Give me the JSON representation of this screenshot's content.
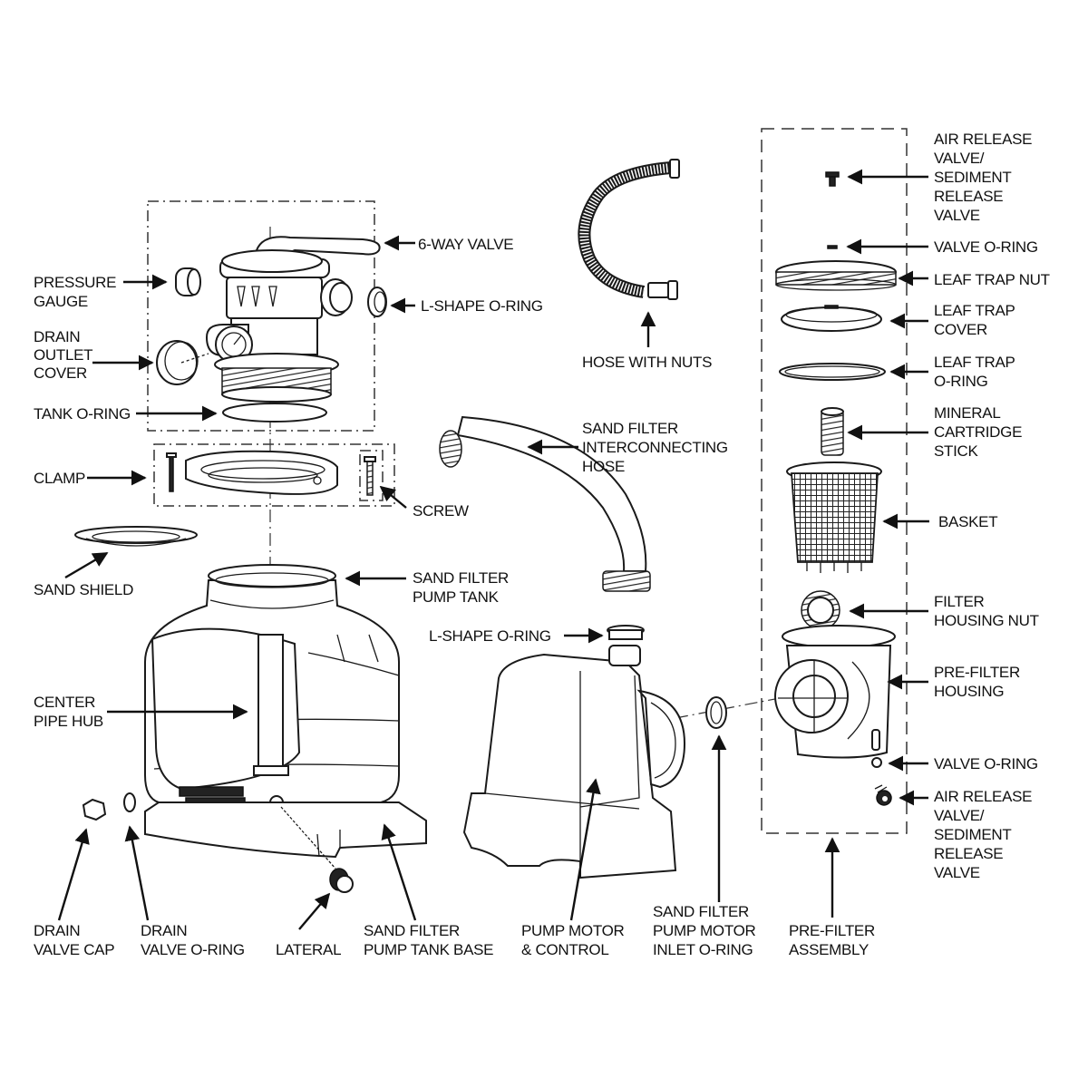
{
  "diagram": {
    "title_visible": false,
    "colors": {
      "ink": "#111111",
      "background": "#ffffff"
    },
    "groups": {
      "valve_assembly": "6-way valve assembly",
      "clamp_assembly": "clamp assembly",
      "pre_filter_assembly": "pre-filter assembly"
    },
    "labels": {
      "six_way_valve": [
        "6-WAY VALVE"
      ],
      "pressure_gauge": [
        "PRESSURE",
        "GAUGE"
      ],
      "l_shape_oring_valve": [
        "L-SHAPE O-RING"
      ],
      "drain_outlet_cover": [
        "DRAIN",
        "OUTLET",
        "COVER"
      ],
      "tank_oring": [
        "TANK O-RING"
      ],
      "clamp": [
        "CLAMP"
      ],
      "screw": [
        "SCREW"
      ],
      "sand_shield": [
        "SAND SHIELD"
      ],
      "sand_filter_pump_tank": [
        "SAND FILTER",
        "PUMP TANK"
      ],
      "center_pipe_hub": [
        "CENTER",
        "PIPE HUB"
      ],
      "hose_with_nuts": [
        "HOSE WITH NUTS"
      ],
      "interconnecting_hose": [
        "SAND FILTER",
        "INTERCONNECTING",
        "HOSE"
      ],
      "l_shape_oring_pump": [
        "L-SHAPE O-RING"
      ],
      "air_release_valve_top": [
        "AIR RELEASE",
        "VALVE/",
        "SEDIMENT",
        "RELEASE",
        "VALVE"
      ],
      "valve_oring_top": [
        "VALVE O-RING"
      ],
      "leaf_trap_nut": [
        "LEAF TRAP NUT"
      ],
      "leaf_trap_cover": [
        "LEAF TRAP",
        "COVER"
      ],
      "leaf_trap_oring": [
        "LEAF TRAP",
        "O-RING"
      ],
      "mineral_cartridge_stick": [
        "MINERAL",
        "CARTRIDGE",
        "STICK"
      ],
      "basket": [
        "BASKET"
      ],
      "filter_housing_nut": [
        "FILTER",
        "HOUSING NUT"
      ],
      "pre_filter_housing": [
        "PRE-FILTER",
        "HOUSING"
      ],
      "valve_oring_bottom": [
        "VALVE O-RING"
      ],
      "air_release_valve_bottom": [
        "AIR RELEASE",
        "VALVE/",
        "SEDIMENT",
        "RELEASE",
        "VALVE"
      ],
      "drain_valve_cap": [
        "DRAIN",
        "VALVE CAP"
      ],
      "drain_valve_oring": [
        "DRAIN",
        "VALVE O-RING"
      ],
      "lateral": [
        "LATERAL"
      ],
      "pump_tank_base": [
        "SAND FILTER",
        "PUMP TANK BASE"
      ],
      "pump_motor_control": [
        "PUMP MOTOR",
        "& CONTROL"
      ],
      "pump_motor_inlet_oring": [
        "SAND FILTER",
        "PUMP MOTOR",
        "INLET O-RING"
      ],
      "pre_filter_assembly": [
        "PRE-FILTER",
        "ASSEMBLY"
      ]
    }
  }
}
